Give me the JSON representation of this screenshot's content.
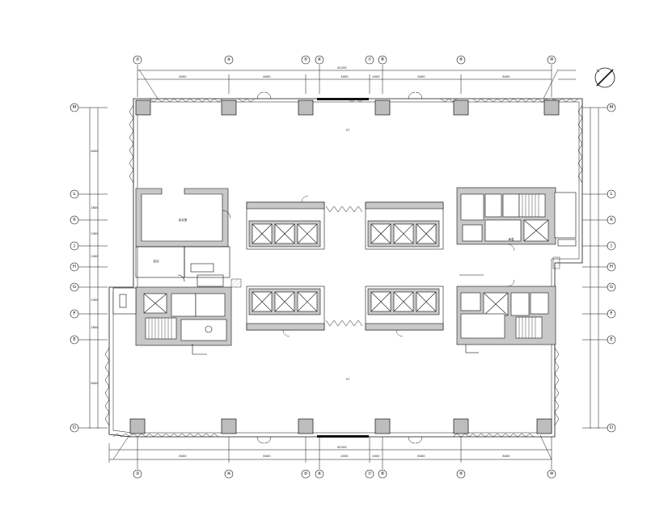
{
  "drawing": {
    "grid_columns": [
      "③",
      "④",
      "⑤",
      "⑥",
      "⑦",
      "⑧",
      "⑨",
      "⑩"
    ],
    "grid_rows_top_to_bottom": [
      "M",
      "L",
      "K",
      "J",
      "H",
      "G",
      "F",
      "E",
      "D"
    ],
    "rooms": {
      "office_north": "07",
      "office_south": "07",
      "meeting_room": "会议室",
      "west_small": "会议",
      "east_small": "休息"
    },
    "north_arrow_icon": "north-arrow-icon"
  },
  "dimensions": {
    "top_overall": "61200",
    "top_segments": [
      "8400",
      "8400",
      "4000",
      "4000",
      "8400",
      "8400"
    ],
    "bottom_overall": "61200",
    "bottom_segments": [
      "8400",
      "8400",
      "4000",
      "4000",
      "8400",
      "8400"
    ],
    "left_segments": [
      "8400",
      "2800",
      "2400",
      "2400",
      "2400",
      "2800",
      "8400"
    ]
  },
  "colors": {
    "line": "#111111",
    "column_fill": "#bdbdbd",
    "wall_fill": "#c8c8c8",
    "hatch": "#9a9a9a"
  }
}
